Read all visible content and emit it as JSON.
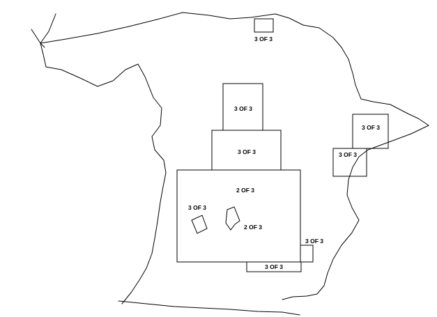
{
  "map": {
    "labels": {
      "top_small": "3 OF 3",
      "center_top": "3 OF 3",
      "center_mid": "3 OF 3",
      "center_big": "2 OF 3",
      "inner_left": "3 OF 3",
      "inner_right": "2 OF 3",
      "lower_right_small": "3 OF 3",
      "bottom_strip": "3 OF 3",
      "east_upper": "3 OF 3",
      "east_lower": "3 OF 3"
    }
  }
}
